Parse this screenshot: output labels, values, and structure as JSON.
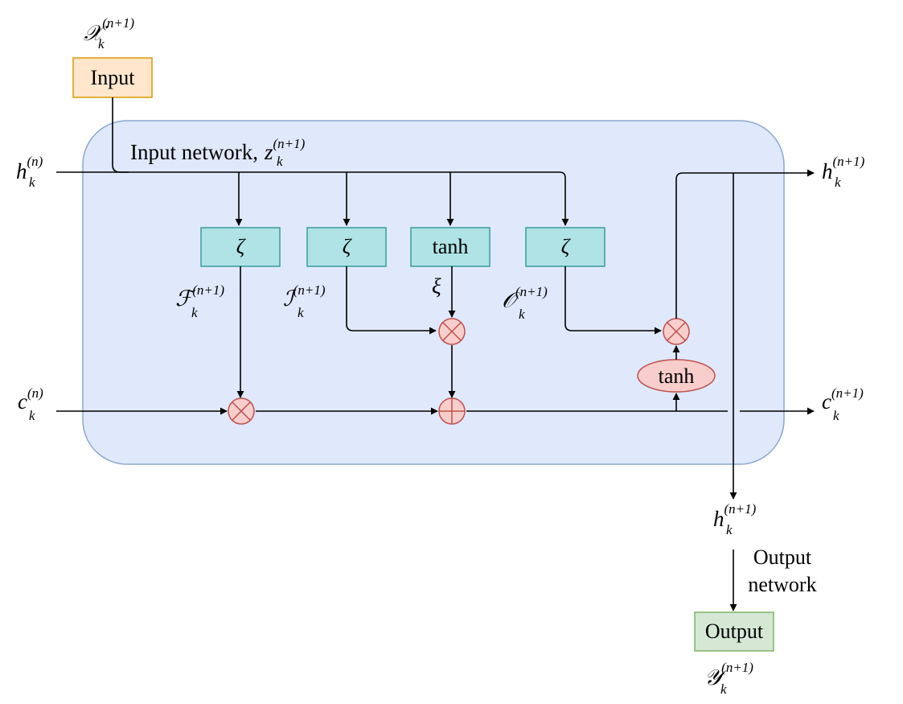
{
  "input_box": {
    "label": "Input",
    "symbol": "𝒳",
    "sub": "k",
    "sup": "(n+1)"
  },
  "input_network": {
    "label": "Input network,",
    "symbol": "z",
    "sub": "k",
    "sup": "(n+1)"
  },
  "hidden_in": {
    "symbol": "h",
    "sub": "k",
    "sup": "(n)"
  },
  "cell_in": {
    "symbol": "c",
    "sub": "k",
    "sup": "(n)"
  },
  "hidden_out": {
    "symbol": "h",
    "sub": "k",
    "sup": "(n+1)"
  },
  "cell_out": {
    "symbol": "c",
    "sub": "k",
    "sup": "(n+1)"
  },
  "hidden_down": {
    "symbol": "h",
    "sub": "k",
    "sup": "(n+1)"
  },
  "gates": [
    {
      "label": "ζ"
    },
    {
      "label": "ζ"
    },
    {
      "label": "tanh"
    },
    {
      "label": "ζ"
    }
  ],
  "forget_label": {
    "symbol": "ℱ",
    "sub": "k",
    "sup": "(n+1)"
  },
  "input_gate_label": {
    "symbol": "ℐ",
    "sub": "k",
    "sup": "(n+1)"
  },
  "candidate_label": {
    "symbol": "ξ"
  },
  "output_gate_label": {
    "symbol": "𝒪",
    "sub": "k",
    "sup": "(n+1)"
  },
  "cell_tanh": {
    "label": "tanh"
  },
  "output_network": {
    "line1": "Output",
    "line2": "network"
  },
  "output_box": {
    "label": "Output",
    "symbol": "𝒴",
    "sub": "k",
    "sup": "(n+1)"
  },
  "colors": {
    "cell_fill": "#dfe9fb",
    "cell_stroke": "#8ca6cf",
    "gate_fill": "#b0e3e6",
    "gate_stroke": "#3a9a9e",
    "op_fill": "#f8cecc",
    "op_stroke": "#c0504d",
    "input_fill": "#ffe6cc",
    "input_stroke": "#d79b00",
    "output_fill": "#d5e8d4",
    "output_stroke": "#82b366"
  }
}
